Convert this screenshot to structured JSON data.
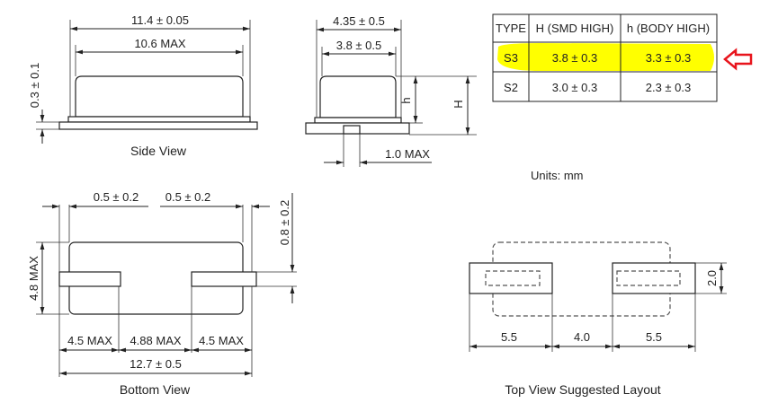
{
  "side_view": {
    "caption": "Side View",
    "length": "11.4 ± 0.05",
    "body_length": "10.6 MAX",
    "base_thickness": "0.3 ± 0.1"
  },
  "front_view": {
    "width": "4.35 ± 0.5",
    "body_width": "3.8 ± 0.5",
    "h_label": "h",
    "H_label": "H",
    "lead": "1.0 MAX"
  },
  "table": {
    "headers": [
      "TYPE",
      "H (SMD HIGH)",
      "h (BODY HIGH)"
    ],
    "rows": [
      {
        "type": "S3",
        "H": "3.8 ± 0.3",
        "h": "3.3 ± 0.3",
        "highlighted": true
      },
      {
        "type": "S2",
        "H": "3.0 ± 0.3",
        "h": "2.3 ± 0.3",
        "highlighted": false
      }
    ],
    "highlight_color": "#ffff00",
    "arrow_color": "#e8141c"
  },
  "units": "Units: mm",
  "bottom_view": {
    "caption": "Bottom View",
    "pad_offset_left": "0.5 ± 0.2",
    "pad_offset_right": "0.5 ± 0.2",
    "pad_height": "0.8 ± 0.2",
    "height": "4.8 MAX",
    "left": "4.5 MAX",
    "middle": "4.88 MAX",
    "right": "4.5 MAX",
    "total": "12.7 ± 0.5"
  },
  "layout_view": {
    "caption": "Top View Suggested Layout",
    "left": "5.5",
    "gap": "4.0",
    "right": "5.5",
    "pad_height": "2.0"
  }
}
